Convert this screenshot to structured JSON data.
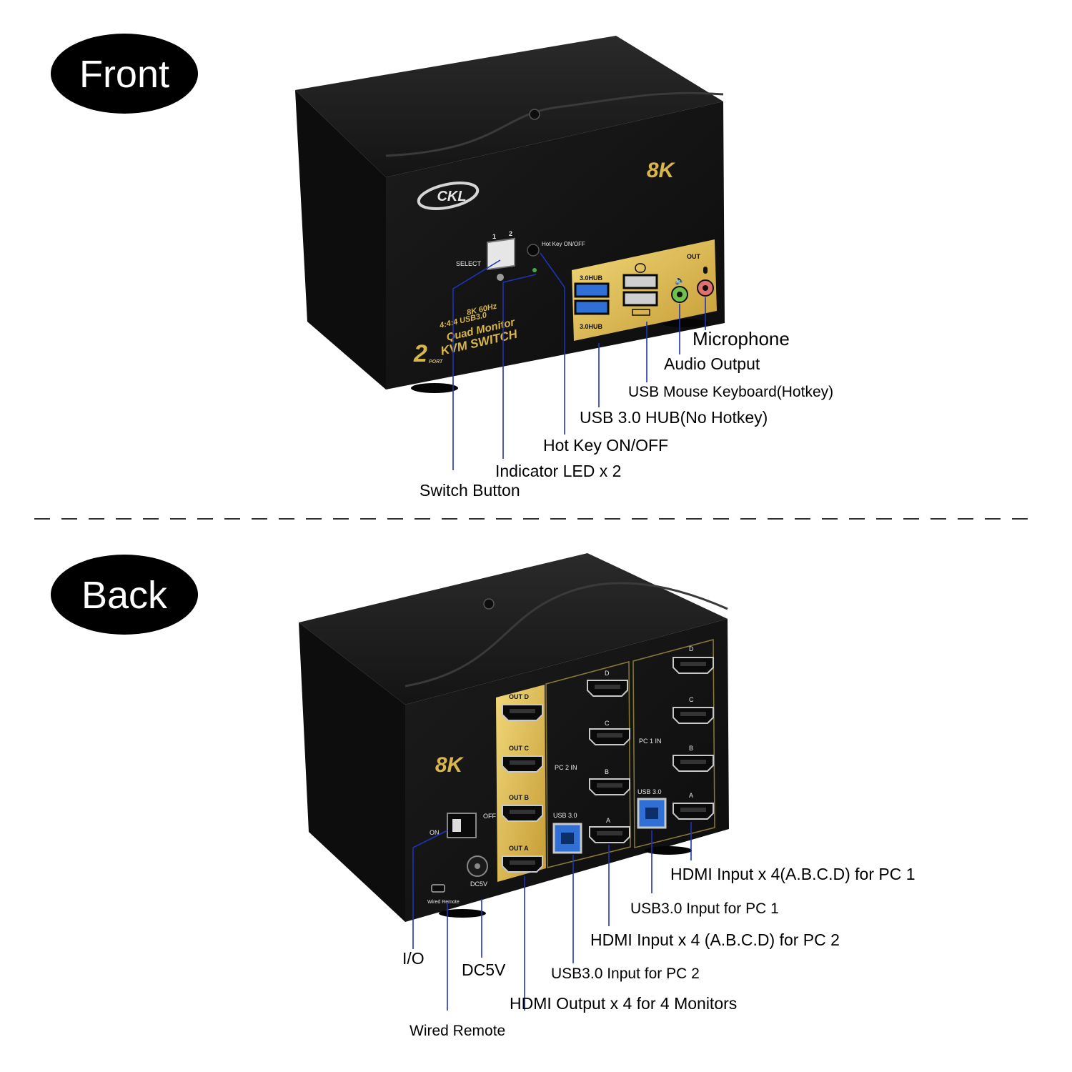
{
  "sections": {
    "front": {
      "badge": "Front"
    },
    "back": {
      "badge": "Back"
    }
  },
  "device": {
    "brand": "CKL",
    "resolution_badge": "8K",
    "front_panel": {
      "select_label": "SELECT",
      "port_1": "1",
      "port_2": "2",
      "hotkey_label": "Hot Key ON/OFF",
      "spec_line_1": "8K  60Hz",
      "spec_line_2": "4:4:4  USB3.0",
      "model_line_1": "Quad Monitor",
      "model_line_2": "KVM SWITCH",
      "port_count": "2",
      "port_word": "PORT",
      "hub_label_top": "3.0HUB",
      "hub_label_bottom": "3.0HUB",
      "out_label": "OUT"
    },
    "back_panel": {
      "on_label": "ON",
      "off_label": "OFF",
      "dc_label": "DC5V",
      "remote_label": "Wired Remote",
      "pc2_label": "PC 2 IN",
      "pc1_label": "PC 1 IN",
      "usb_pc2": "USB 3.0",
      "usb_pc1": "USB 3.0",
      "out_d": "OUT D",
      "out_c": "OUT C",
      "out_b": "OUT B",
      "out_a": "OUT A",
      "port_d": "D",
      "port_c": "C",
      "port_b": "B",
      "port_a": "A"
    }
  },
  "front_callouts": {
    "microphone": "Microphone",
    "audio_output": "Audio Output",
    "usb_mouse_keyboard": "USB Mouse Keyboard(Hotkey)",
    "usb_hub": "USB 3.0 HUB(No Hotkey)",
    "hotkey": "Hot Key ON/OFF",
    "indicator_led": "Indicator LED x 2",
    "switch_button": "Switch Button"
  },
  "back_callouts": {
    "hdmi_input_pc1": "HDMI Input x 4(A.B.C.D) for PC 1",
    "usb_input_pc1": "USB3.0 Input for PC 1",
    "hdmi_input_pc2": "HDMI Input x 4 (A.B.C.D) for PC 2",
    "usb_input_pc2": "USB3.0 Input for PC 2",
    "io": "I/O",
    "dc5v": "DC5V",
    "hdmi_output": "HDMI Output x 4 for 4 Monitors",
    "wired_remote": "Wired Remote"
  },
  "colors": {
    "gold": "#d8b64a",
    "leader": "#1e33b8",
    "body": "#151515",
    "usb_blue": "#2f6fd6"
  }
}
